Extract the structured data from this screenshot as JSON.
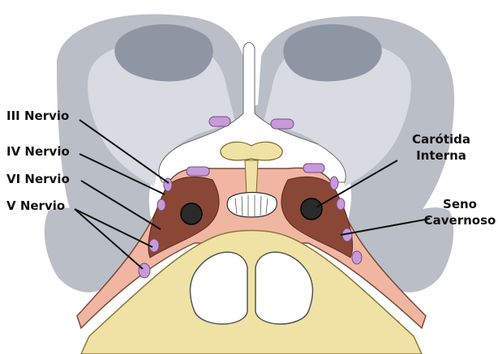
{
  "labels": {
    "nerve_iii": "III Nervio",
    "nerve_iv": "IV Nervio",
    "nerve_vi": "VI Nervio",
    "nerve_v": "V Nervio",
    "carotid_line1": "Carótida",
    "carotid_line2": "Interna",
    "sinus_line1": "Seno",
    "sinus_line2": "Cavernoso"
  },
  "colors": {
    "brain_gray": "#b9bec7",
    "brain_dark": "#8f96a3",
    "dura": "#f1b6a2",
    "sinus": "#8a4735",
    "bone": "#efe2a4",
    "nerve": "#c79ad8",
    "carotid": "#2a2a2a"
  }
}
